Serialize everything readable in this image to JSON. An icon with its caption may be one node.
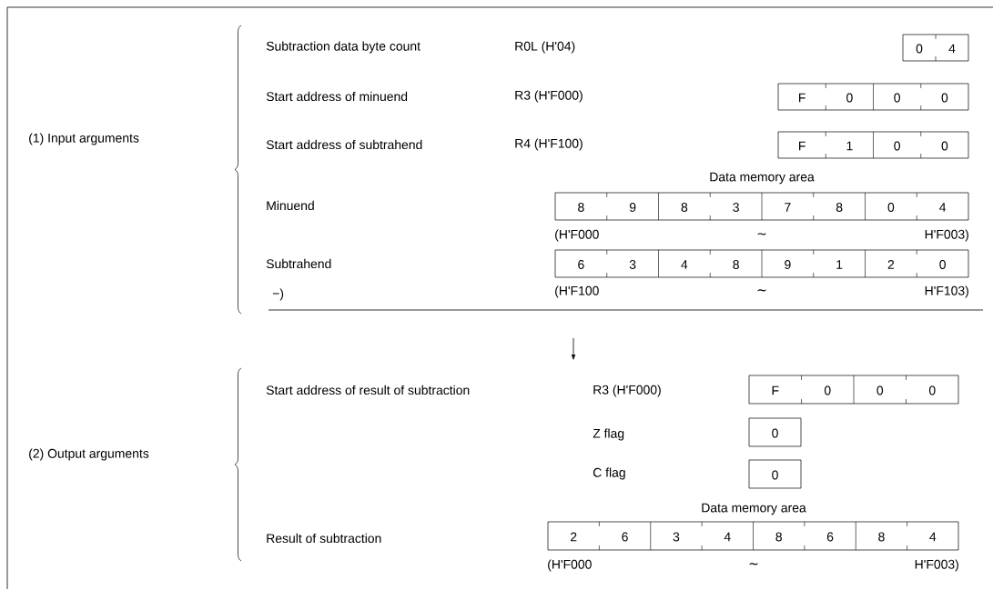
{
  "diagram": {
    "nodes": [
      {
        "text": [
          "0",
          "4"
        ]
      },
      {
        "text": [
          "F",
          "0",
          "0",
          "0"
        ]
      },
      {
        "text": [
          "F",
          "1",
          "0",
          "0"
        ]
      },
      {
        "text": [
          "8",
          "9",
          "8",
          "3",
          "7",
          "8",
          "0",
          "4"
        ]
      },
      {
        "text": [
          "6",
          "3",
          "4",
          "8",
          "9",
          "1",
          "2",
          "0"
        ]
      },
      {
        "text": [
          "F",
          "0",
          "0",
          "0"
        ]
      },
      {
        "text": [
          "0"
        ]
      },
      {
        "text": [
          "0"
        ]
      },
      {
        "text": [
          "2",
          "6",
          "3",
          "4",
          "8",
          "6",
          "8",
          "4"
        ]
      }
    ],
    "labels": [
      "Subtraction data byte count",
      "R0L (H'04)",
      "Start address of minuend",
      "R3 (H'F000)",
      "(1) Input arguments",
      "Start address of subtrahend",
      "R4 (H'F100)",
      "Data memory area",
      "Minuend",
      "(H'F000",
      "∼",
      "H'F003)",
      "Subtrahend",
      "−)",
      "(H'F100",
      "∼",
      "H'F103)",
      "Start address of result of subtraction",
      "R3 (H'F000)",
      "Z flag",
      "(2) Output arguments",
      "C flag",
      "Data memory area",
      "Result of subtraction",
      "(H'F000",
      "∼",
      "H'F003)"
    ]
  }
}
